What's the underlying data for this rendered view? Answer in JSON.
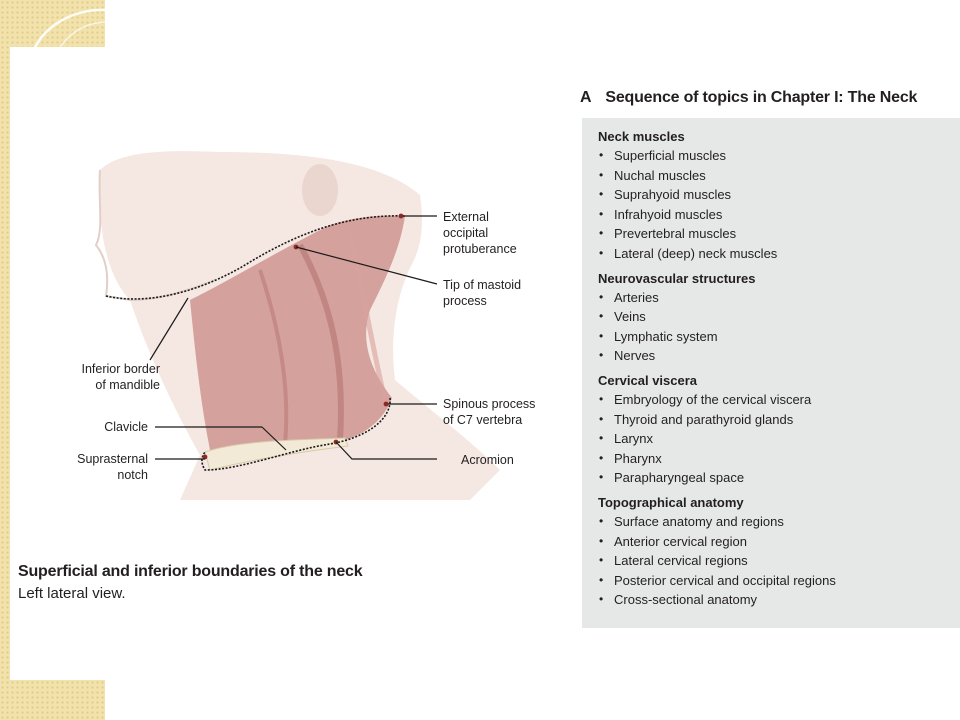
{
  "figure": {
    "labels": {
      "external_occipital_protuberance": "External\noccipital\nprotuberance",
      "tip_of_mastoid_process": "Tip of mastoid\nprocess",
      "inferior_border_of_mandible": "Inferior border\nof mandible",
      "spinous_process_c7": "Spinous process\nof C7 vertebra",
      "clavicle": "Clavicle",
      "suprasternal_notch": "Suprasternal\nnotch",
      "acromion": "Acromion"
    },
    "caption_title": "Superficial and inferior boundaries of the neck",
    "caption_subtitle": "Left lateral view."
  },
  "panel": {
    "letter": "A",
    "title": "Sequence of topics in Chapter I: The Neck",
    "sections": [
      {
        "heading": "Neck muscles",
        "items": [
          "Superficial muscles",
          "Nuchal muscles",
          "Suprahyoid muscles",
          "Infrahyoid muscles",
          "Prevertebral muscles",
          "Lateral (deep) neck muscles"
        ]
      },
      {
        "heading": "Neurovascular structures",
        "items": [
          "Arteries",
          "Veins",
          "Lymphatic system",
          "Nerves"
        ]
      },
      {
        "heading": "Cervical viscera",
        "items": [
          "Embryology of the cervical viscera",
          "Thyroid and parathyroid glands",
          "Larynx",
          "Pharynx",
          "Parapharyngeal space"
        ]
      },
      {
        "heading": "Topographical anatomy",
        "items": [
          "Surface anatomy and regions",
          "Anterior cervical region",
          "Lateral cervical regions",
          "Posterior cervical and occipital regions",
          "Cross-sectional anatomy"
        ]
      }
    ]
  },
  "colors": {
    "frame": "#f1e2ae",
    "panel_background": "#e6e8e8",
    "muscle": "#c98a86",
    "skin": "#f3e3dd",
    "boundary_line": "#1a1a1a"
  }
}
